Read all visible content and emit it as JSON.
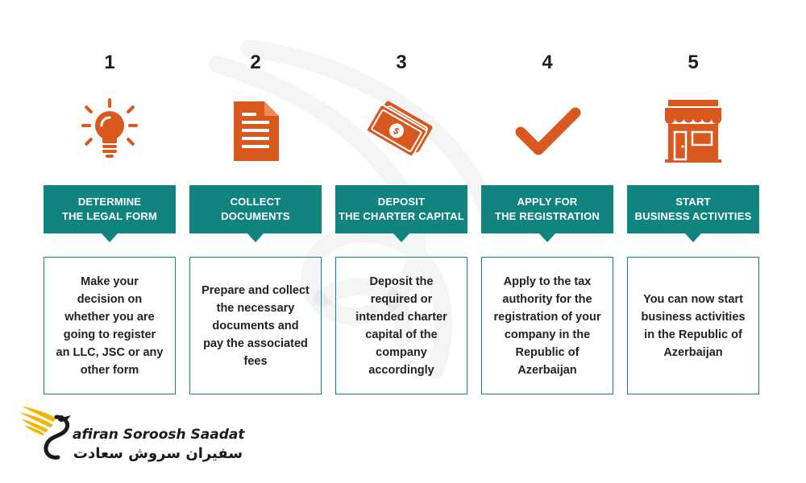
{
  "colors": {
    "teal": "#12847f",
    "orange": "#d8581d",
    "text": "#222222",
    "logo_gold": "#f4b400"
  },
  "steps": [
    {
      "number": "1",
      "icon": "lightbulb-icon",
      "title": "DETERMINE\nTHE LEGAL FORM",
      "description": "Make your decision on whether you are going to register an LLC, JSC or any other form"
    },
    {
      "number": "2",
      "icon": "document-icon",
      "title": "COLLECT\nDOCUMENTS",
      "description": "Prepare and collect the necessary documents and pay the associated fees"
    },
    {
      "number": "3",
      "icon": "money-icon",
      "title": "DEPOSIT\nTHE CHARTER CAPITAL",
      "description": "Deposit the required or intended charter capital of the company accordingly"
    },
    {
      "number": "4",
      "icon": "checkmark-icon",
      "title": "APPLY FOR\nTHE REGISTRATION",
      "description": "Apply to the tax authority for the registration of your company in the Republic of Azerbaijan"
    },
    {
      "number": "5",
      "icon": "storefront-icon",
      "title": "START\nBUSINESS ACTIVITIES",
      "description": "You can now start business activities in the Republic of Azerbaijan"
    }
  ],
  "brand": {
    "name_en": "afiran Soroosh Saadat",
    "name_fa": "سفیران سروش سعادت"
  }
}
